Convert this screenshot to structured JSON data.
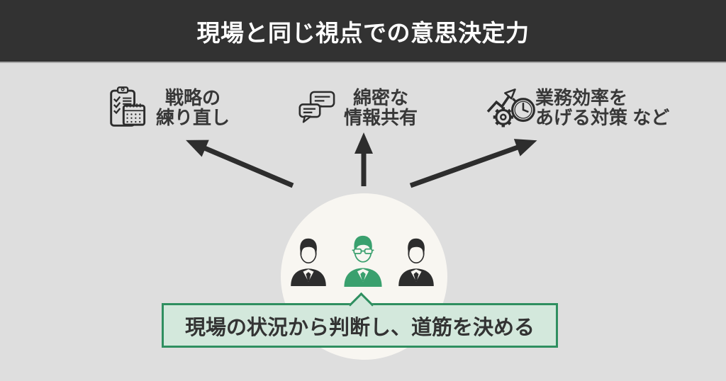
{
  "header": {
    "title": "現場と同じ視点での意思決定力"
  },
  "features": [
    {
      "icon": "clipboard-checklist-calendar-icon",
      "label_lines": [
        "戦略の",
        "練り直し"
      ]
    },
    {
      "icon": "chat-bubbles-icon",
      "label_lines": [
        "綿密な",
        "情報共有"
      ]
    },
    {
      "icon": "growth-chart-gear-clock-icon",
      "label_lines": [
        "業務効率を",
        "あげる対策 など"
      ]
    }
  ],
  "center_group": {
    "people_icons": [
      "businessman-icon",
      "manager-glasses-icon",
      "businessman-icon"
    ],
    "caption": "現場の状況から判断し、道筋を決める"
  },
  "colors": {
    "header_bg": "#323232",
    "header_text": "#ffffff",
    "canvas_bg": "#dedede",
    "ink": "#2d2d2d",
    "circle_bg": "#f8f6f1",
    "accent_green": "#3aa06e",
    "caption_bg": "#d3e8dc",
    "caption_border": "#2f8f60"
  }
}
